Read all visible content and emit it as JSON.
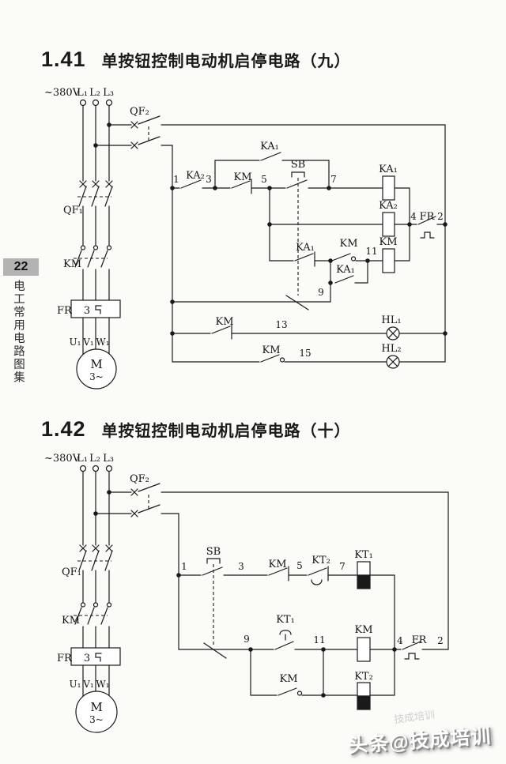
{
  "page": {
    "number": "22",
    "sidebar_vertical_text": "电工常用电路图集"
  },
  "watermark": {
    "main": "头条@技成培训",
    "faint": "技成培训"
  },
  "circuits": [
    {
      "num": "1.41",
      "title": "单按钮控制电动机启停电路（九）",
      "supply": "~380V",
      "phases": [
        "L₁",
        "L₂",
        "L₃"
      ],
      "labels": {
        "qf2": "QF₂",
        "qf1": "QF₁",
        "km": "KM",
        "fr": "FR",
        "fr_rating": "3",
        "sb": "SB",
        "ka1": "KA₁",
        "ka2": "KA₂",
        "hl1": "HL₁",
        "hl2": "HL₂",
        "u": "U₁",
        "v": "V₁",
        "w": "W₁",
        "motor": "M",
        "motor_phase": "3~"
      },
      "nodes": {
        "n1": "1",
        "n2": "2",
        "n3": "3",
        "n4": "4",
        "n5": "5",
        "n7": "7",
        "n9": "9",
        "n11": "11",
        "n13": "13",
        "n15": "15"
      }
    },
    {
      "num": "1.42",
      "title": "单按钮控制电动机启停电路（十）",
      "supply": "~380V",
      "phases": [
        "L₁",
        "L₂",
        "L₃"
      ],
      "labels": {
        "qf2": "QF₂",
        "qf1": "QF₁",
        "km": "KM",
        "fr": "FR",
        "fr_rating": "3",
        "sb": "SB",
        "kt1": "KT₁",
        "kt2": "KT₂",
        "u": "U₁",
        "v": "V₁",
        "w": "W₁",
        "motor": "M",
        "motor_phase": "3~"
      },
      "nodes": {
        "n1": "1",
        "n2": "2",
        "n3": "3",
        "n4": "4",
        "n5": "5",
        "n7": "7",
        "n9": "9",
        "n11": "11"
      }
    }
  ]
}
